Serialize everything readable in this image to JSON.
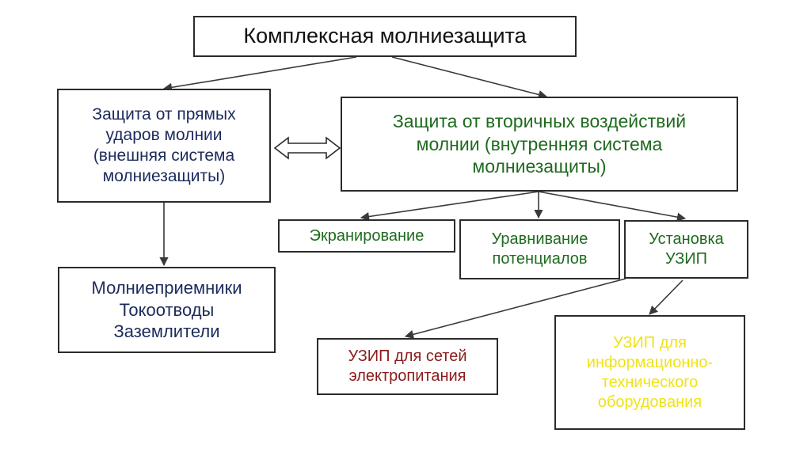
{
  "colors": {
    "navy": "#1c2a5c",
    "green": "#1f6a1f",
    "darkred": "#8b1a1a",
    "yellow": "#f0e21a",
    "line": "#3a3a3a"
  },
  "nodes": {
    "root": "Комплексная молниезащита",
    "direct": "Защита от прямых\nударов молнии\n(внешняя система\nмолниезащиты)",
    "secondary": "Защита от вторичных воздействий\nмолнии (внутренняя система\nмолниезащиты)",
    "components": "Молниеприемники\nТокоотводы\nЗаземлители",
    "shielding": "Экранирование",
    "equalization": "Уравнивание\nпотенциалов",
    "uzip": "Установка\nУЗИП",
    "uzip_power": "УЗИП для сетей\nэлектропитания",
    "uzip_info": "УЗИП для\nинформационно-\nтехнического\nоборудования"
  },
  "connections": [
    [
      "root",
      "direct"
    ],
    [
      "root",
      "secondary"
    ],
    [
      "direct",
      "components"
    ],
    [
      "secondary",
      "shielding"
    ],
    [
      "secondary",
      "equalization"
    ],
    [
      "secondary",
      "uzip"
    ],
    [
      "uzip",
      "uzip_power"
    ],
    [
      "uzip",
      "uzip_info"
    ],
    [
      "direct",
      "secondary",
      "bidirectional"
    ]
  ]
}
